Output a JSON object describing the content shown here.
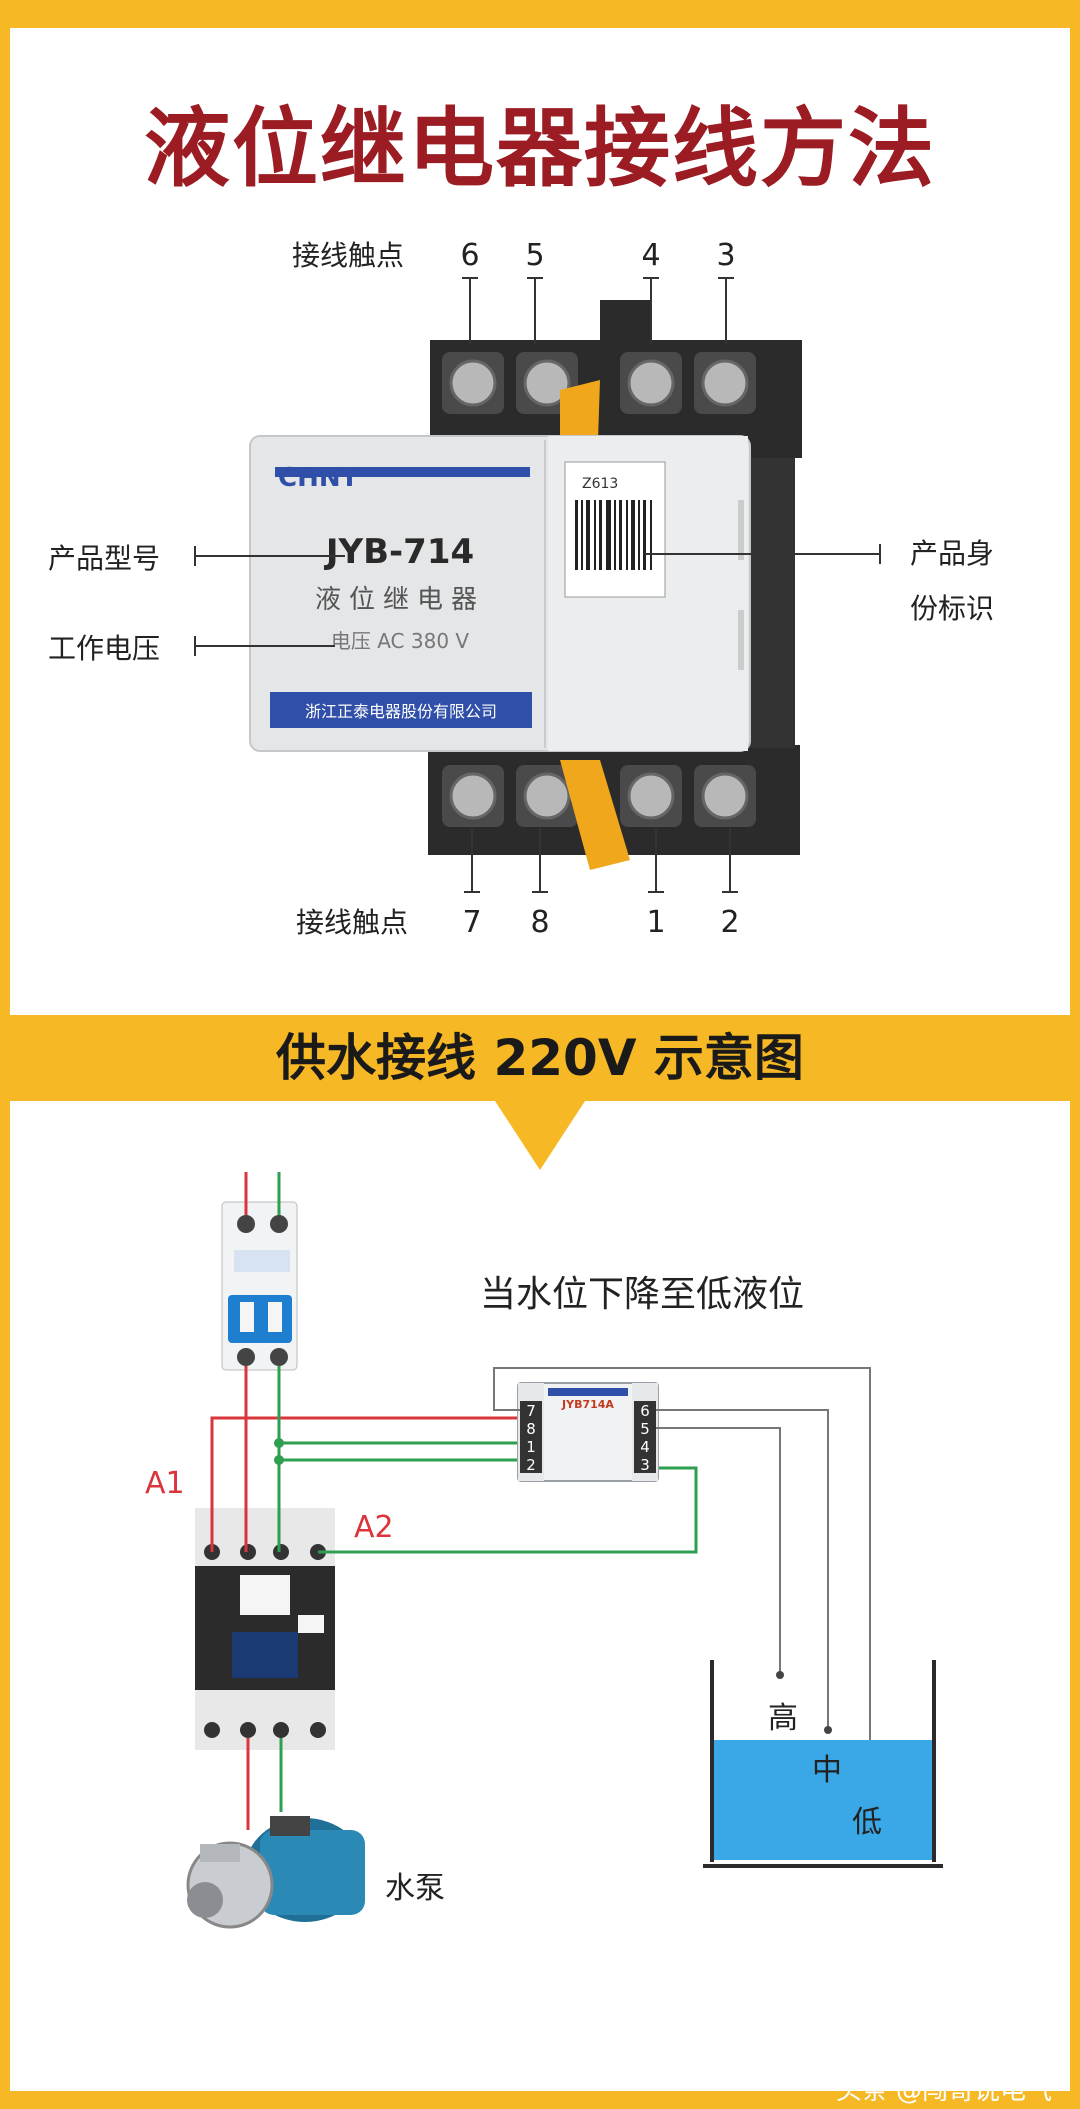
{
  "title": "液位继电器接线方法",
  "section_title": "供水接线  220V 示意图",
  "top": {
    "contacts_label_top": "接线触点",
    "contacts_label_bottom": "接线触点",
    "terminals_top": [
      "6",
      "5",
      "4",
      "3"
    ],
    "terminals_bottom": [
      "7",
      "8",
      "1",
      "2"
    ],
    "label_model": "产品型号",
    "label_voltage": "工作电压",
    "label_id_line1": "产品身",
    "label_id_line2": "份标识",
    "device": {
      "brand": "CHNT",
      "model": "JYB-714",
      "name": "液位继电器",
      "voltage": "电压 AC 380 V",
      "maker": "浙江正泰电器股份有限公司",
      "sticker": "Z613"
    }
  },
  "bottom": {
    "caption": "当水位下降至低液位",
    "label_a1": "A1",
    "label_a2": "A2",
    "pump_label": "水泵",
    "relay_terminals_left": [
      "7",
      "8",
      "1",
      "2"
    ],
    "relay_terminals_right": [
      "6",
      "5",
      "4",
      "3"
    ],
    "relay_model": "JYB714A",
    "level_high": "高",
    "level_mid": "中",
    "level_low": "低"
  },
  "watermark": "头条 @闯哥说电气",
  "colors": {
    "frame": "#f6b824",
    "title": "#9b1c22",
    "live_wire": "#d9353b",
    "neutral_wire": "#2e9e4f",
    "water": "#3aa7e6"
  }
}
